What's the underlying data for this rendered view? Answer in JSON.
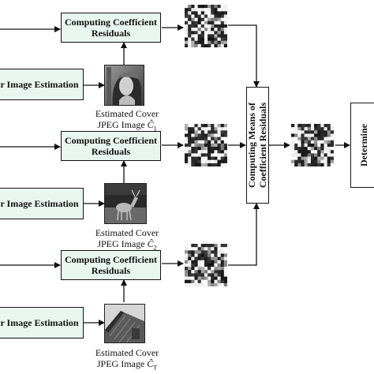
{
  "blocks": {
    "ccr_label": "Computing Coefficient\nResiduals",
    "estimation_label": "r Image Estimation",
    "means_label": "Computing Means of\nCoefficient Residuals",
    "determine_label": "Determine"
  },
  "captions": [
    {
      "line1": "Estimated Cover",
      "line2_prefix": "JPEG Image ",
      "symbol": "Ĉ",
      "sub": "1"
    },
    {
      "line1": "Estimated Cover",
      "line2_prefix": "JPEG Image ",
      "symbol": "Ĉ",
      "sub": "2"
    },
    {
      "line1": "Estimated Cover",
      "line2_prefix": "JPEG Image ",
      "symbol": "Ĉ",
      "sub": "T"
    }
  ],
  "images": [
    {
      "icon": "portrait-photo"
    },
    {
      "icon": "deer-photo"
    },
    {
      "icon": "roof-photo"
    }
  ],
  "colors": {
    "block_fill": "#e8f6ef",
    "stroke": "#111111"
  }
}
